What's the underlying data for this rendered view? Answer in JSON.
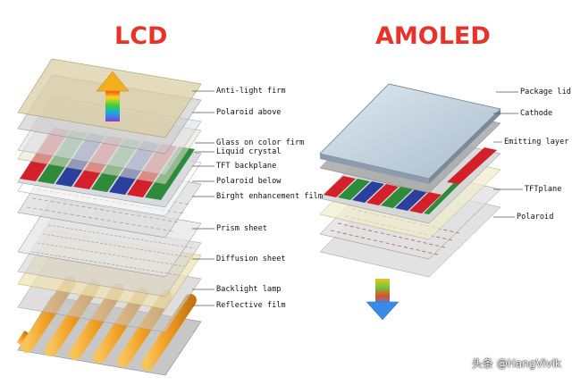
{
  "lcd": {
    "title": "LCD",
    "layers": [
      "Anti-light firm",
      "Polaroid above",
      "Glass on color firm",
      "Liquid crystal",
      "TFT backplane",
      "Polaroid below",
      "Birght enhancement film",
      "Prism sheet",
      "Diffusion sheet",
      "Backlight lamp",
      "Reflective film"
    ]
  },
  "amoled": {
    "title": "AMOLED",
    "layers": [
      "Package lid",
      "Cathode",
      "Emitting layer",
      "TFTplane",
      "Polaroid"
    ]
  },
  "watermark": "头条 @HangVivik",
  "colors": {
    "title": "#e8322a",
    "subpixel_red": "#d4202a",
    "subpixel_green": "#2e8b3a",
    "subpixel_blue": "#2a3f9e",
    "lamp": "#f0a020"
  },
  "icons": {
    "lcd_arrow": "rainbow-up-arrow-icon",
    "amoled_arrow": "rainbow-down-arrow-icon"
  }
}
